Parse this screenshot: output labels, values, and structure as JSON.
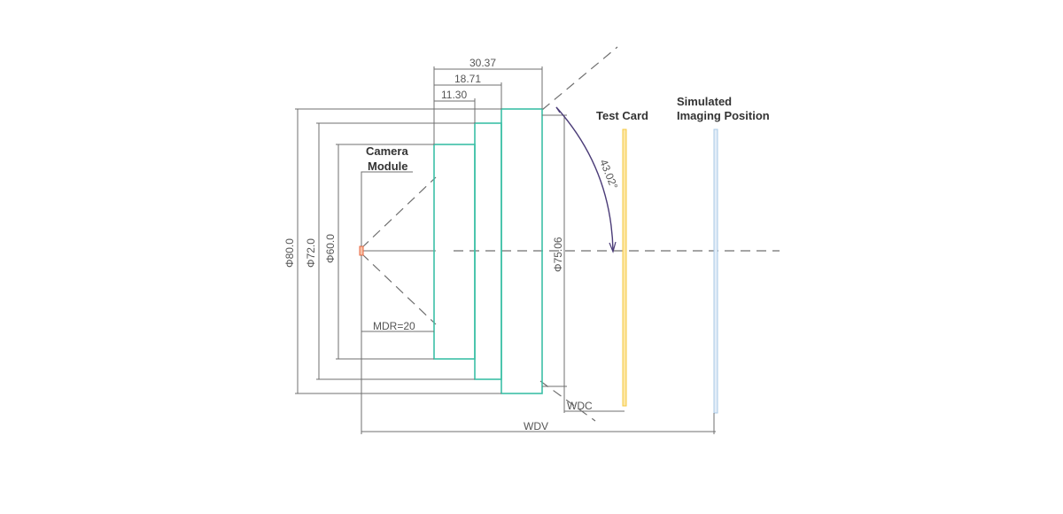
{
  "labels": {
    "camera_module": [
      "Camera",
      "Module"
    ],
    "test_card": "Test Card",
    "simulated_imaging": [
      "Simulated",
      "Imaging Position"
    ]
  },
  "dimensions": {
    "top_total": "30.37",
    "top_mid": "18.71",
    "top_inner": "11.30",
    "dia_80": "Φ80.0",
    "dia_72": "Φ72.0",
    "dia_60": "Φ60.0",
    "dia_75": "Φ75.06",
    "angle": "43.02°",
    "mdr": "MDR=20",
    "wdc": "WDC",
    "wdv": "WDV"
  },
  "colors": {
    "lens_outline": "#3cc0a6",
    "test_card": "#f5c842",
    "imaging_plane": "#a8c8e6",
    "camera_sensor": "#e8643c",
    "angle_arc": "#4b3c78"
  }
}
